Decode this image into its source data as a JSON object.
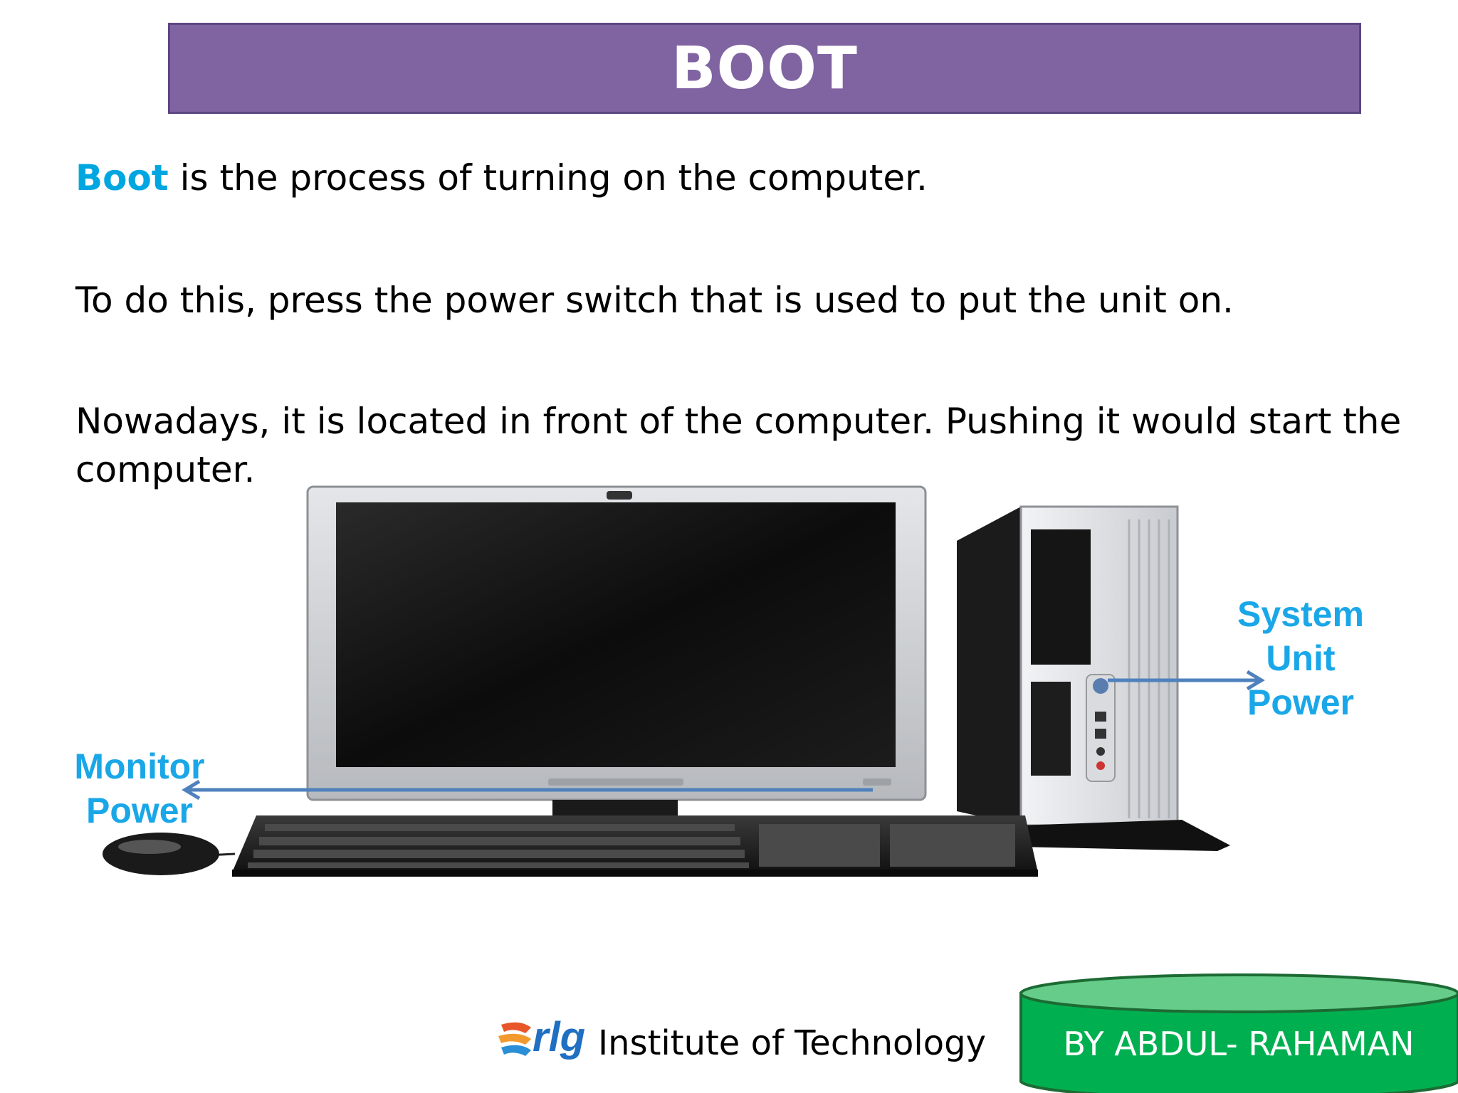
{
  "title": "BOOT",
  "paragraphs": {
    "p1_keyword": "Boot",
    "p1_rest": " is the process of turning on the computer.",
    "p2": "To do this, press the power switch that is used to put the unit on.",
    "p3_line1": "Nowadays, it is located in front of the computer. Pushing it would start the",
    "p3_line2": "computer."
  },
  "labels": {
    "monitor_line1": "Monitor",
    "monitor_line2": "Power",
    "system_line1": "System",
    "system_line2": "Unit",
    "system_line3": "Power"
  },
  "footer": {
    "logo_text": "rlg",
    "institute": "Institute of Technology",
    "author": "BY ABDUL- RAHAMAN"
  },
  "colors": {
    "title_bar": "#8064a2",
    "keyword": "#00a6e0",
    "label": "#1aa7e8",
    "arrow": "#4f81bd",
    "badge": "#00b050"
  },
  "icons": [
    "computer-monitor-illustration",
    "system-unit-illustration",
    "keyboard-illustration",
    "mouse-illustration"
  ]
}
